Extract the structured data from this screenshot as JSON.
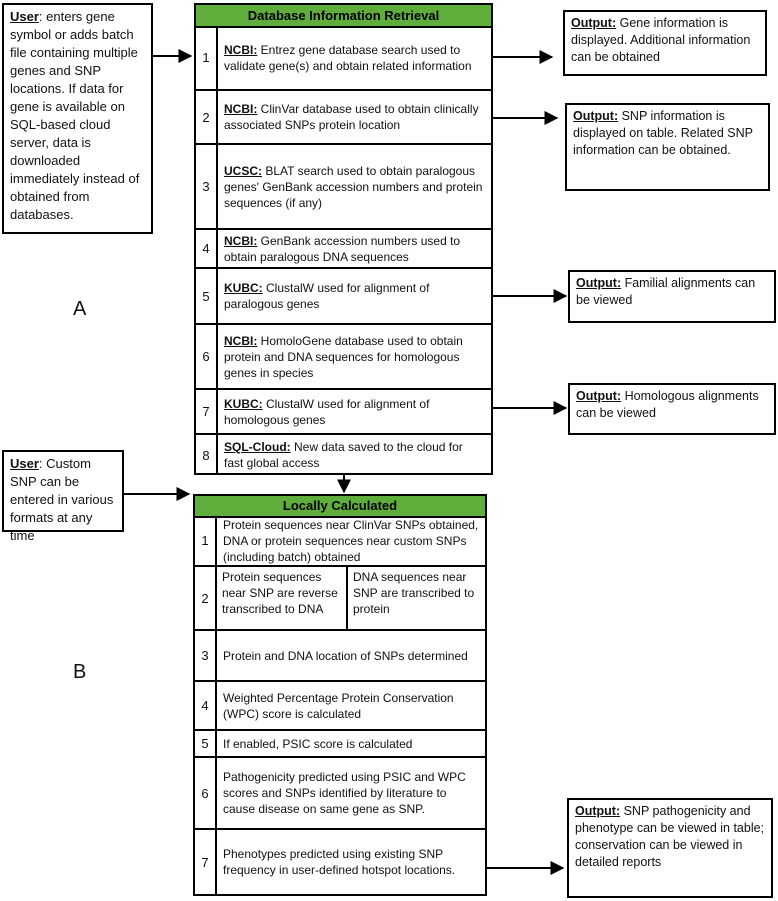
{
  "labels": {
    "a": "A",
    "b": "B"
  },
  "user_note_1": {
    "lead": "User",
    "text": ": enters gene symbol or adds batch file containing multiple genes and SNP locations. If data for gene is available on SQL-based cloud server, data is downloaded immediately instead of obtained from databases."
  },
  "user_note_2": {
    "lead": "User",
    "text": ": Custom SNP can be entered in various formats at any time"
  },
  "db_panel": {
    "title": "Database Information Retrieval",
    "steps": [
      {
        "num": "1",
        "source": "NCBI:",
        "text": " Entrez gene database search used to validate gene(s) and obtain related information"
      },
      {
        "num": "2",
        "source": "NCBI:",
        "text": " ClinVar database used to obtain clinically associated SNPs protein location"
      },
      {
        "num": "3",
        "source": "UCSC:",
        "text": " BLAT search used to obtain paralogous genes' GenBank accession numbers and protein sequences (if any)"
      },
      {
        "num": "4",
        "source": "NCBI:",
        "text": " GenBank accession numbers used to obtain paralogous DNA sequences"
      },
      {
        "num": "5",
        "source": "KUBC:",
        "text": " ClustalW used for alignment of paralogous genes"
      },
      {
        "num": "6",
        "source": "NCBI:",
        "text": " HomoloGene database used to obtain protein and DNA sequences for homologous genes in species"
      },
      {
        "num": "7",
        "source": "KUBC:",
        "text": " ClustalW used for alignment of homologous genes"
      },
      {
        "num": "8",
        "source": "SQL-Cloud:",
        "text": " New data saved to the cloud for fast global access"
      }
    ]
  },
  "local_panel": {
    "title": "Locally Calculated",
    "steps": [
      {
        "num": "1",
        "text": "Protein sequences near ClinVar SNPs obtained, DNA or protein sequences near custom SNPs (including batch) obtained"
      },
      {
        "num": "2",
        "left": "Protein sequences near SNP are reverse transcribed to DNA",
        "right": "DNA sequences near SNP are transcribed to protein"
      },
      {
        "num": "3",
        "text": "Protein and DNA location of SNPs determined"
      },
      {
        "num": "4",
        "text": "Weighted Percentage Protein Conservation (WPC) score is calculated"
      },
      {
        "num": "5",
        "text": "If enabled, PSIC score is calculated"
      },
      {
        "num": "6",
        "text": "Pathogenicity predicted using PSIC and WPC scores and SNPs identified by literature to cause disease on same gene as SNP."
      },
      {
        "num": "7",
        "text": "Phenotypes predicted using existing SNP frequency in user-defined hotspot locations."
      }
    ]
  },
  "outputs": [
    {
      "lead": "Output:",
      "text": "  Gene information is displayed. Additional information can be obtained"
    },
    {
      "lead": "Output:",
      "text": "  SNP information is displayed on table. Related SNP information can be obtained."
    },
    {
      "lead": "Output:",
      "text": "  Familial alignments can be viewed"
    },
    {
      "lead": "Output:",
      "text": "  Homologous alignments can be viewed"
    },
    {
      "lead": "Output:",
      "text": "  SNP pathogenicity and phenotype can be viewed in table; conservation can be viewed in detailed reports"
    }
  ]
}
